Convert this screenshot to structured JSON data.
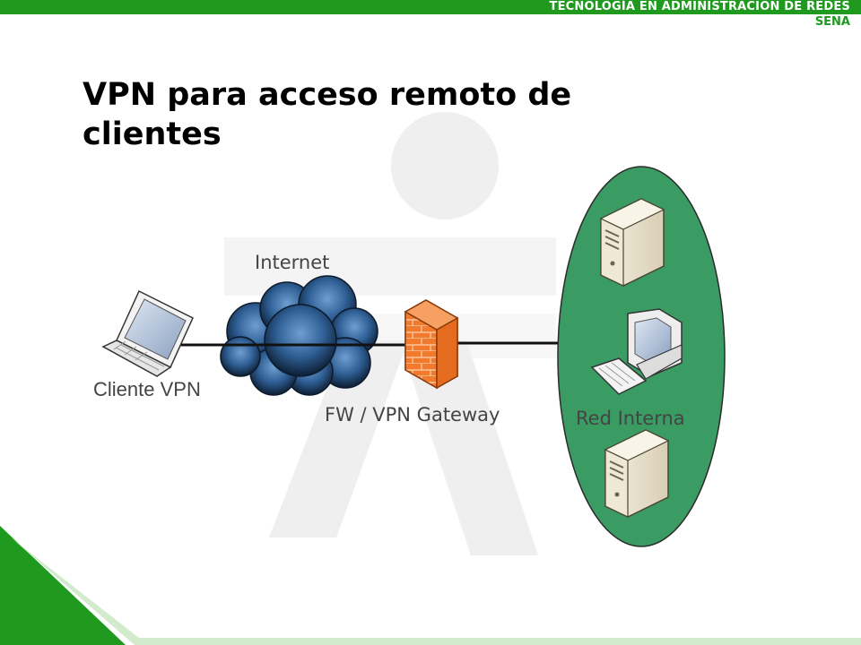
{
  "header": {
    "title": "TECNOLOGÍA EN ADMINISTRACIÓN DE REDES",
    "subtitle": "SENA"
  },
  "slide": {
    "title": "VPN para acceso remoto de clientes"
  },
  "diagram": {
    "internet_label": "Internet",
    "client_label": "Cliente VPN",
    "gateway_label": "FW / VPN Gateway",
    "internal_label": "Red Interna"
  },
  "colors": {
    "brand_green": "#1f9a1f",
    "internal_network_fill": "#3a9b63",
    "watermark": "#efefef"
  },
  "icons": {
    "client": "laptop-icon",
    "internet": "cloud-icon",
    "gateway": "firewall-icon",
    "internal": [
      "server-icon",
      "workstation-icon",
      "server-icon"
    ]
  }
}
